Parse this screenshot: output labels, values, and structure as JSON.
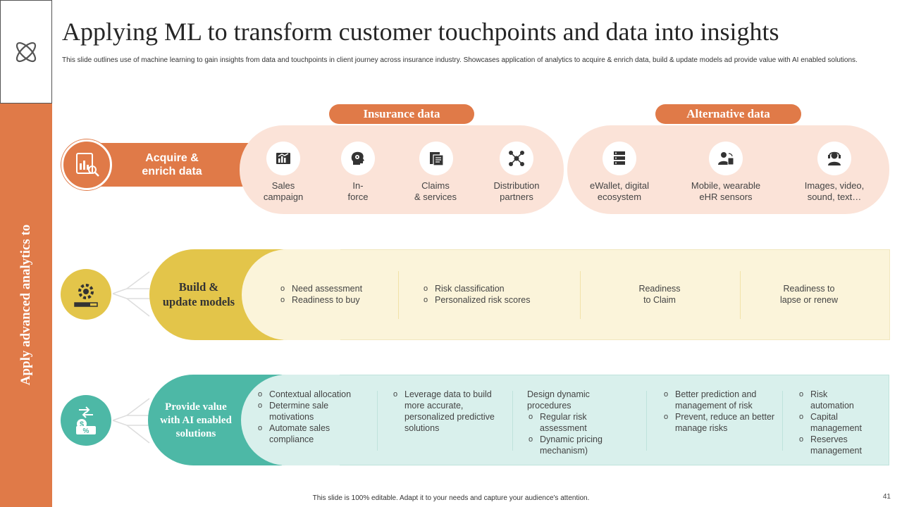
{
  "title": "Applying ML to transform customer touchpoints and data into insights",
  "subtitle": "This slide outlines use of machine learning to gain insights from data and touchpoints in client journey across insurance industry. Showcases application of analytics to acquire & enrich data, build & update models ad provide value with AI enabled solutions.",
  "sidebar_label": "Apply advanced analytics to",
  "colors": {
    "orange": "#E07A48",
    "yellow": "#E3C54A",
    "teal": "#4DB8A6"
  },
  "insurance_header": "Insurance data",
  "alternative_header": "Alternative data",
  "acquire": {
    "label": "Acquire &\nenrich data",
    "insurance_items": [
      {
        "label": "Sales\ncampaign",
        "icon": "sales-campaign-icon"
      },
      {
        "label": "In-\nforce",
        "icon": "head-gears-icon"
      },
      {
        "label": "Claims\n& services",
        "icon": "documents-icon"
      },
      {
        "label": "Distribution\npartners",
        "icon": "network-icon"
      }
    ],
    "alternative_items": [
      {
        "label": "eWallet, digital\necosystem",
        "icon": "server-icon"
      },
      {
        "label": "Mobile, wearable\neHR sensors",
        "icon": "user-devices-icon"
      },
      {
        "label": "Images, video,\nsound, text…",
        "icon": "headset-user-icon"
      }
    ]
  },
  "build": {
    "label": "Build &\nupdate models",
    "col1": [
      "Need assessment",
      "Readiness to buy"
    ],
    "col2": [
      "Risk classification",
      "Personalized risk scores"
    ],
    "col3": "Readiness\nto Claim",
    "col4": "Readiness to\nlapse or renew"
  },
  "provide": {
    "label": "Provide value\nwith AI enabled\nsolutions",
    "col1": [
      "Contextual allocation",
      "Determine sale motivations",
      "Automate sales compliance"
    ],
    "col2": [
      "Leverage  data to build more accurate, personalized predictive solutions"
    ],
    "col3_heading": "Design dynamic procedures",
    "col3": [
      "Regular risk assessment",
      "Dynamic pricing mechanism)"
    ],
    "col4": [
      "Better prediction and management of risk",
      "Prevent, reduce an better manage risks"
    ],
    "col5": [
      "Risk automation",
      "Capital management",
      "Reserves management"
    ]
  },
  "footer": "This slide is 100% editable. Adapt it to your needs and capture your audience's attention.",
  "page_number": "41"
}
